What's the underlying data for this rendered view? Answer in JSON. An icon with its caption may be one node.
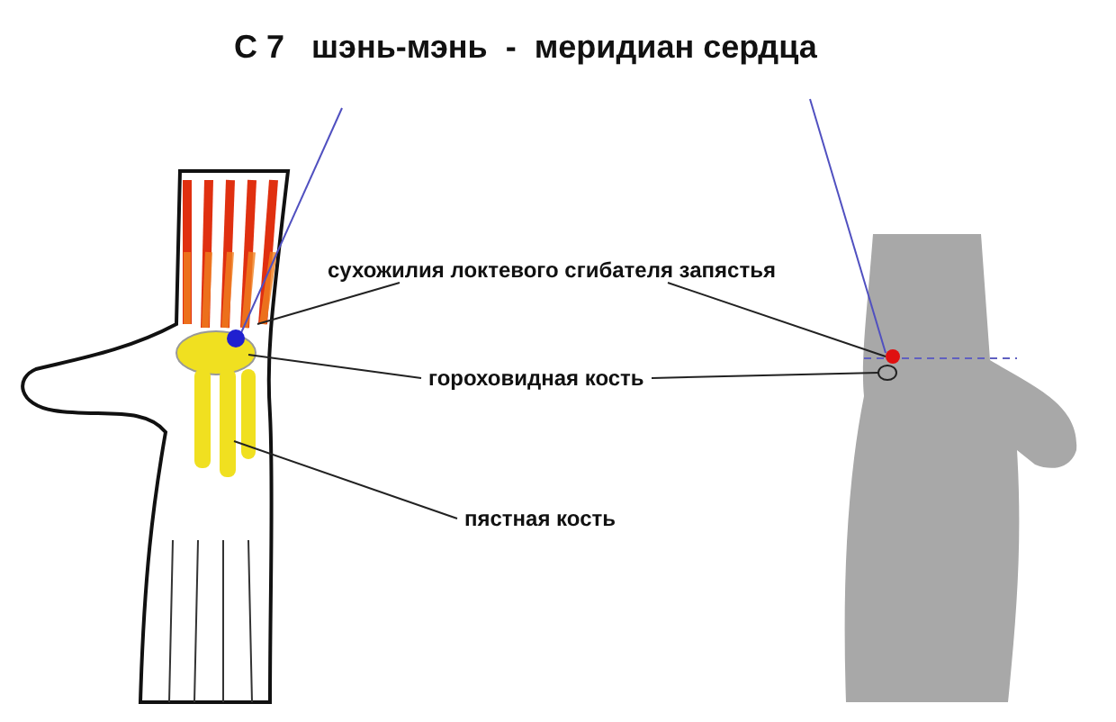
{
  "diagram": {
    "title": "С 7   шэнь-мэнь  -  меридиан сердца",
    "nodes": [
      {
        "text": [
          "сухожилия локтевого сгибателя запястья"
        ]
      },
      {
        "text": [
          "гороховидная кость"
        ]
      },
      {
        "text": [
          "пястная кость"
        ]
      },
      {
        "text": [],
        "shape": "circle"
      },
      {
        "text": [],
        "shape": "circle"
      }
    ],
    "edges": [
      {
        "from": 0,
        "to": null,
        "arrow": "none"
      },
      {
        "from": 0,
        "to": 3,
        "arrow": "none"
      },
      {
        "from": 1,
        "to": null,
        "arrow": "none"
      },
      {
        "from": 1,
        "to": 4,
        "arrow": "none"
      },
      {
        "from": 2,
        "to": null,
        "arrow": "none"
      }
    ]
  }
}
